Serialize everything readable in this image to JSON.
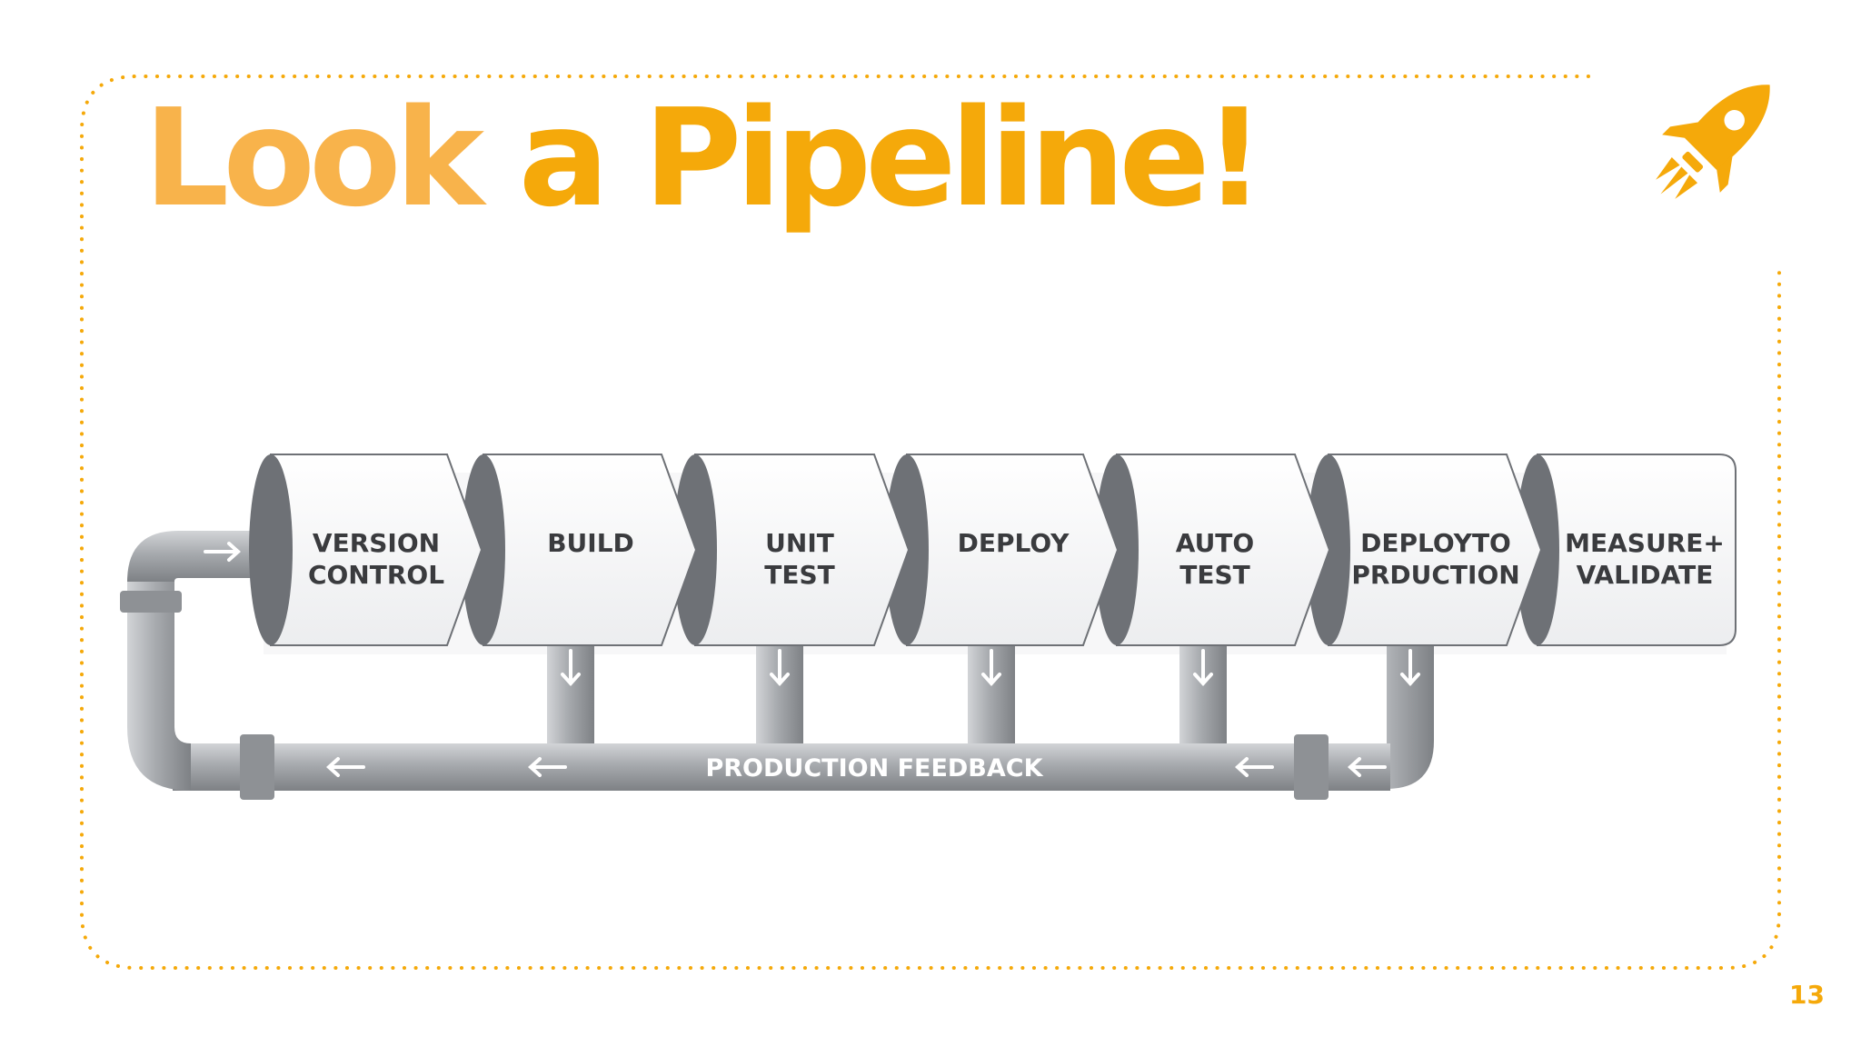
{
  "slide": {
    "title_word1": "Look",
    "title_rest": " a Pipeline!",
    "page_number": "13"
  },
  "icons": {
    "rocket": "rocket-icon"
  },
  "colors": {
    "accent": "#F5A90A",
    "accent_light": "#F8B34B",
    "pipe_dark": "#6E7176",
    "pipe_light": "#C9CBCE",
    "label_dark": "#3A3B3E"
  },
  "pipeline": {
    "stages": [
      {
        "line1": "VERSION",
        "line2": "CONTROL"
      },
      {
        "line1": "BUILD",
        "line2": ""
      },
      {
        "line1": "UNIT",
        "line2": "TEST"
      },
      {
        "line1": "DEPLOY",
        "line2": ""
      },
      {
        "line1": "AUTO",
        "line2": "TEST"
      },
      {
        "line1": "DEPLOYTO",
        "line2": "PRDUCTION"
      },
      {
        "line1": "MEASURE+",
        "line2": "VALIDATE"
      }
    ],
    "feedback_label": "PRODUCTION FEEDBACK"
  }
}
